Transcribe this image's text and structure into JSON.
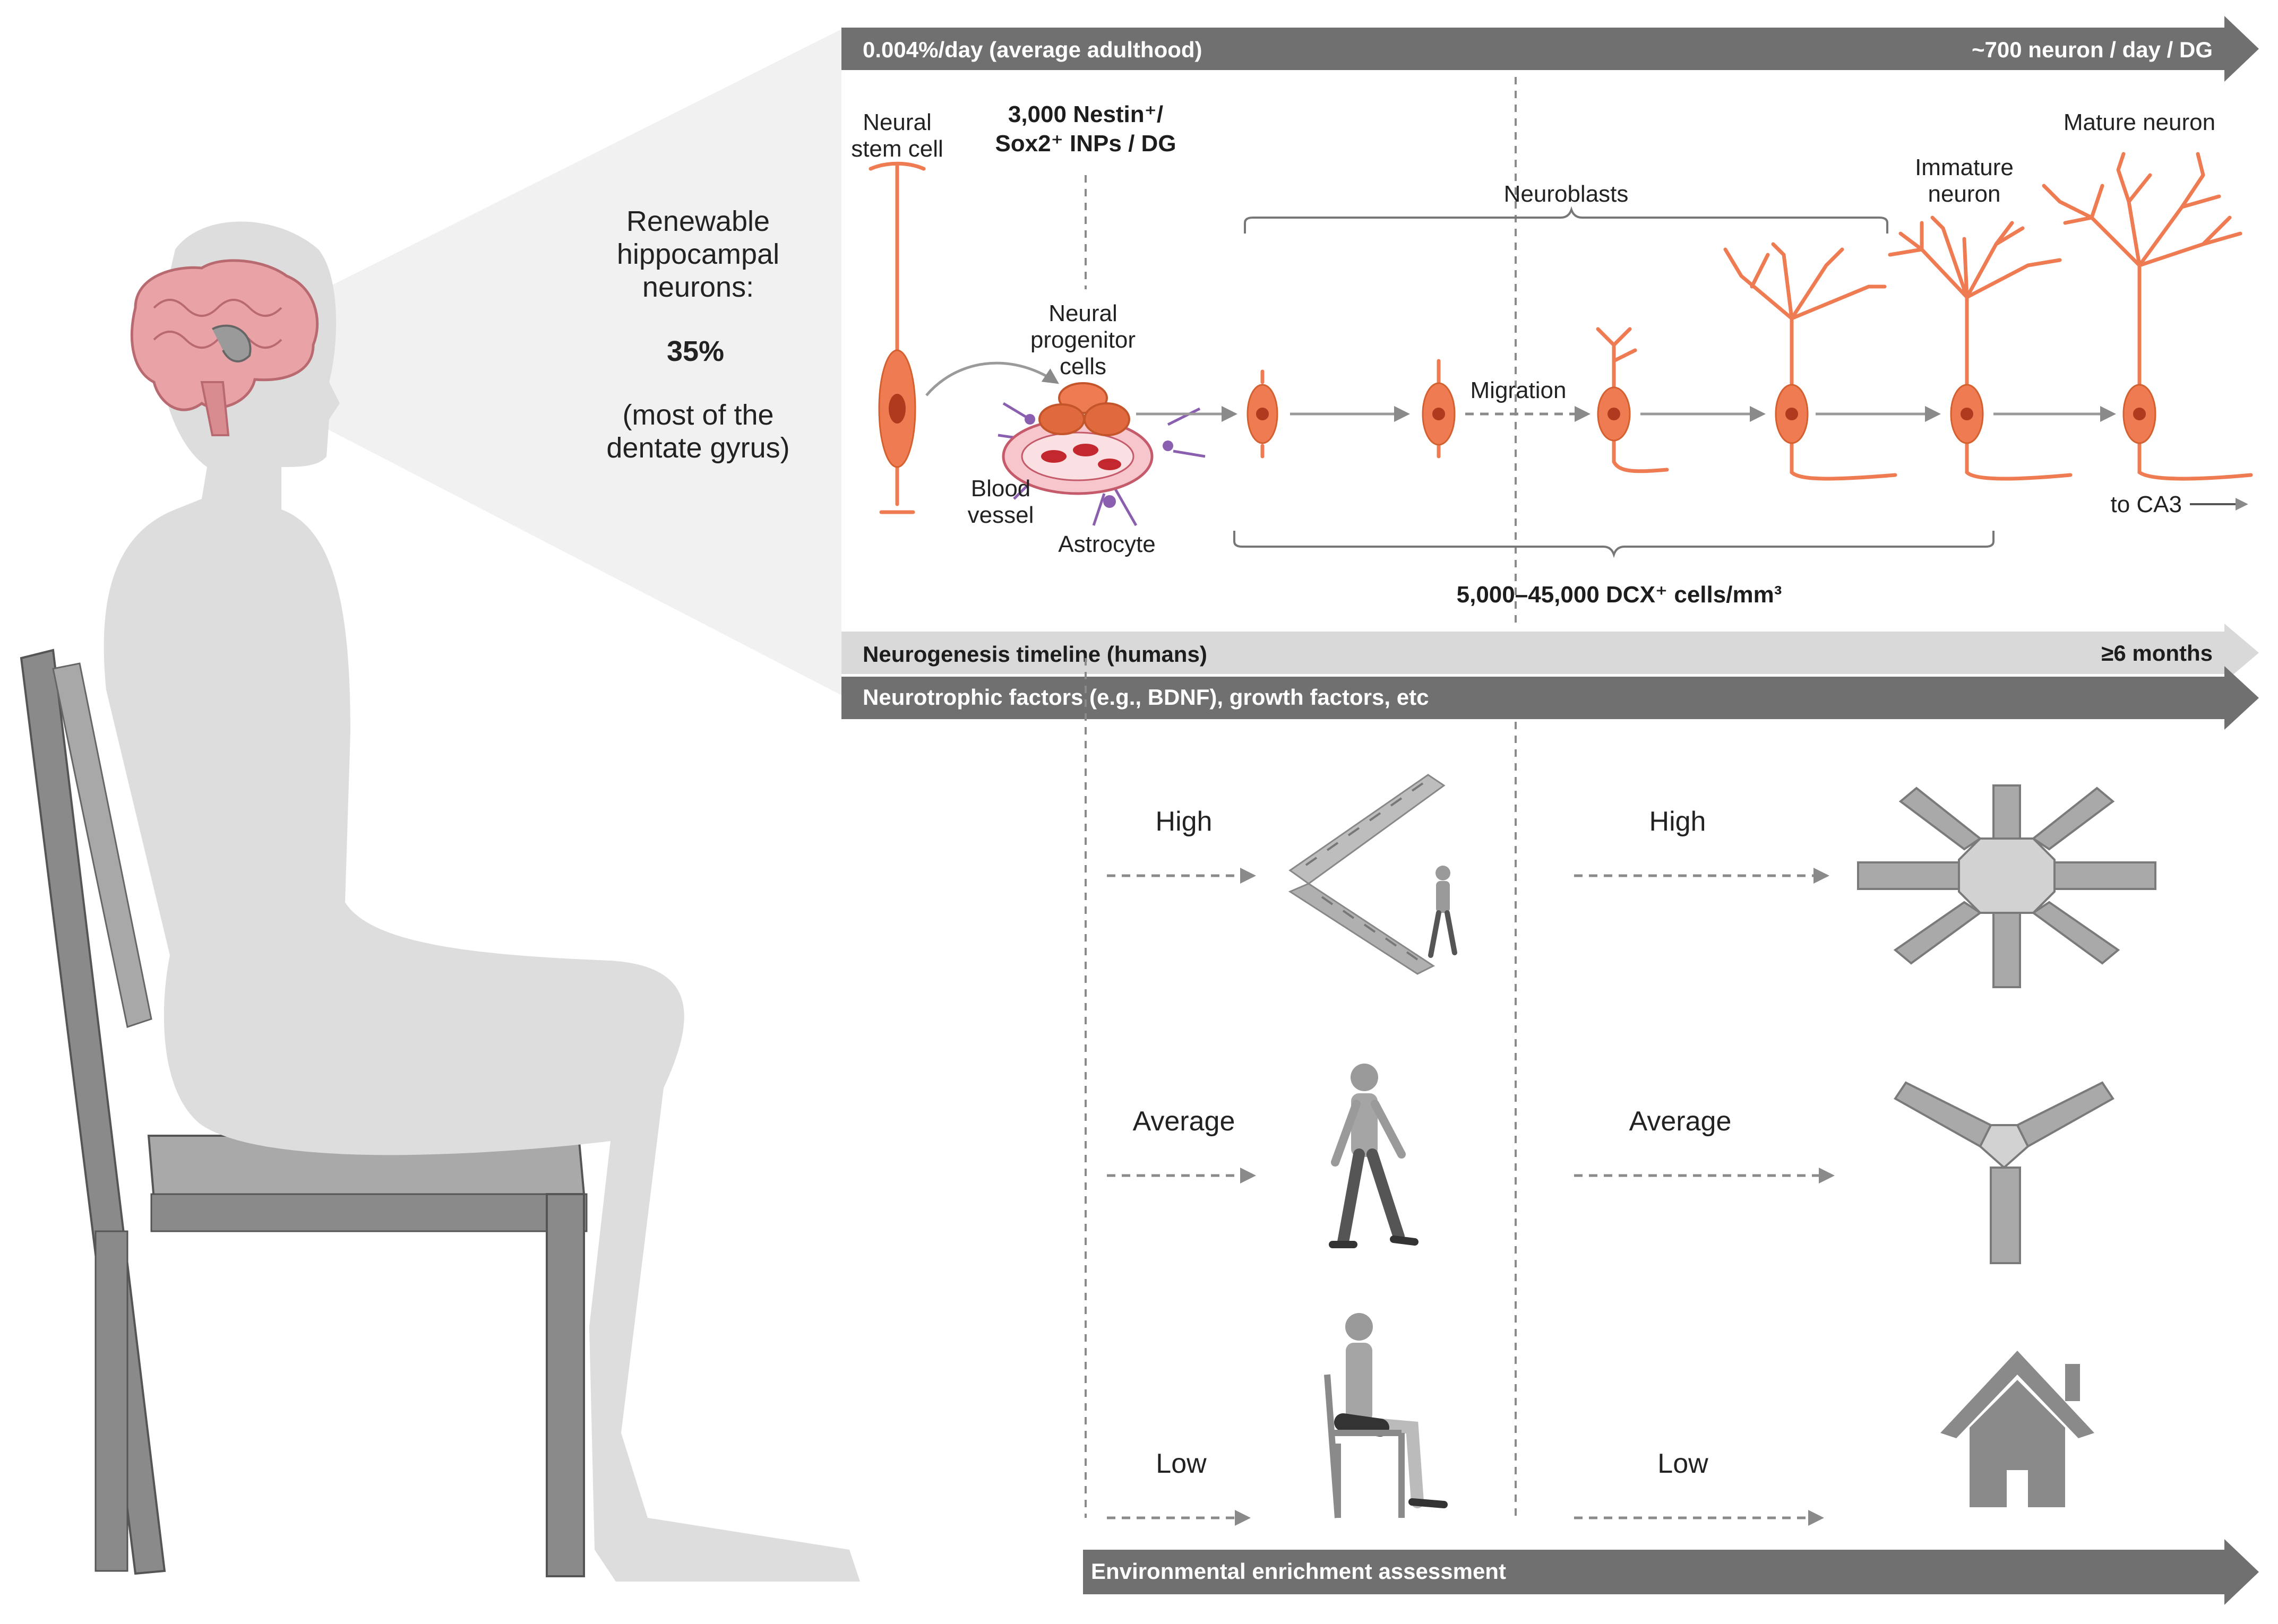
{
  "colors": {
    "dark_bar": "#707070",
    "light_bar": "#d9d9d9",
    "cell_orange": "#ee7b52",
    "silhouette": "#dddddd",
    "chair": "#8a8a8a"
  },
  "bars": {
    "top_left": "0.004%/day (average adulthood)",
    "top_right": "~700 neuron / day / DG",
    "timeline_left": "Neurogenesis timeline (humans)",
    "timeline_right": "≥6 months",
    "neurotrophic": "Neurotrophic factors (e.g., BDNF), growth factors, etc",
    "environment": "Environmental enrichment assessment"
  },
  "left_panel": {
    "line1": "Renewable",
    "line2": "hippocampal",
    "line3": "neurons:",
    "percent": "35%",
    "line4": "(most of the",
    "line5": "dentate gyrus)"
  },
  "labels": {
    "nsc_1": "Neural",
    "nsc_2": "stem cell",
    "nestin_1": "3,000 Nestin⁺/",
    "nestin_2": "Sox2⁺ INPs / DG",
    "npc_1": "Neural",
    "npc_2": "progenitor",
    "npc_3": "cells",
    "blood_1": "Blood",
    "blood_2": "vessel",
    "astrocyte": "Astrocyte",
    "neuroblasts": "Neuroblasts",
    "migration": "Migration",
    "immature_1": "Immature",
    "immature_2": "neuron",
    "mature": "Mature neuron",
    "to_ca3": "to CA3",
    "dcx": "5,000–45,000 DCX⁺ cells/mm³"
  },
  "levels": {
    "high": "High",
    "average": "Average",
    "low": "Low"
  },
  "icons": [
    "brain-icon",
    "stairs-icon",
    "walking-person-icon",
    "sitting-person-icon",
    "radial-maze-icon",
    "y-maze-icon",
    "house-icon",
    "chair-icon",
    "person-silhouette"
  ]
}
